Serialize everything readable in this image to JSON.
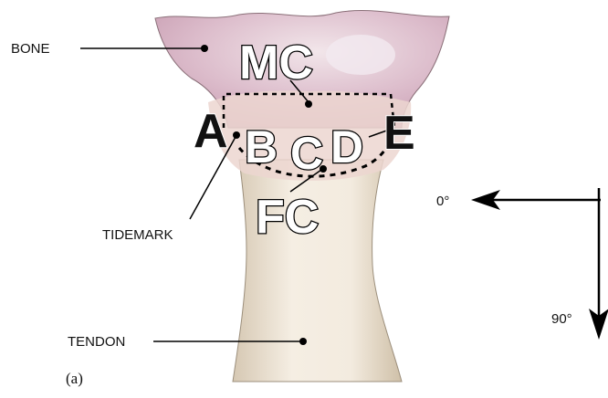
{
  "labels": {
    "bone": "BONE",
    "tidemark": "TIDEMARK",
    "tendon": "TENDON",
    "mc": "MC",
    "fc": "FC",
    "a": "A",
    "b": "B",
    "c": "C",
    "d": "D",
    "e": "E",
    "angle_0": "0°",
    "angle_90": "90°",
    "panel": "(a)"
  },
  "colors": {
    "bone": "#d9b5c4",
    "bone_highlight": "#efe0e6",
    "fibrocartilage": "#e8d2cf",
    "tendon": "#f1e9dc",
    "tendon_shadow": "#d9cdb9",
    "line": "#000000"
  }
}
